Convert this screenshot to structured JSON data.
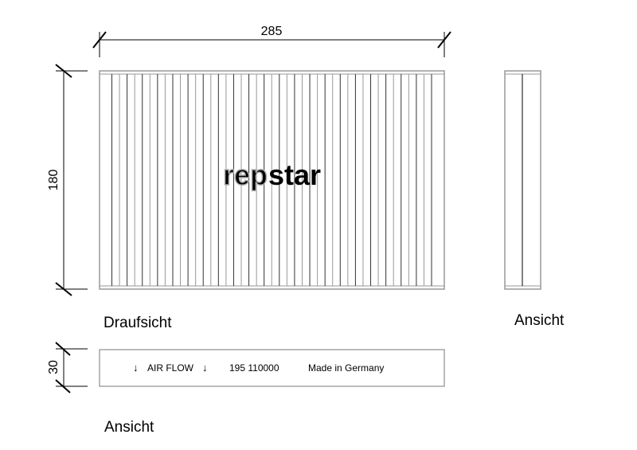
{
  "dimensions": {
    "width": "285",
    "height": "180",
    "depth": "30"
  },
  "labels": {
    "top_view": "Draufsicht",
    "side_view": "Ansicht",
    "front_view": "Ansicht"
  },
  "filter_strip": {
    "airflow_arrow_icon": "down-arrow",
    "airflow_label": "AIR FLOW",
    "part_number": "195 110000",
    "origin": "Made in Germany"
  },
  "watermark": {
    "part1": "rep",
    "part2": "star"
  },
  "pleat_count": 43,
  "colors": {
    "line": "#000000",
    "gray_line": "#999999",
    "watermark": "#b0b0b0"
  }
}
